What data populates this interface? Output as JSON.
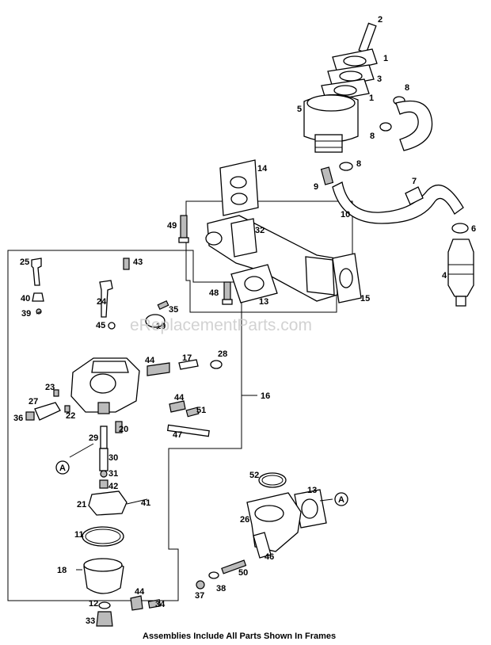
{
  "watermark": "eReplacementParts.com",
  "caption": "Assemblies Include All Parts Shown In Frames",
  "callouts": {
    "a_top": "A",
    "a_right": "A"
  },
  "labels": {
    "n1a": "1",
    "n1b": "1",
    "n2": "2",
    "n3": "3",
    "n4": "4",
    "n5": "5",
    "n6": "6",
    "n7": "7",
    "n8a": "8",
    "n8b": "8",
    "n8c": "8",
    "n9": "9",
    "n10": "10",
    "n11": "11",
    "n12": "12",
    "n13a": "13",
    "n13b": "13",
    "n14": "14",
    "n15": "15",
    "n16": "16",
    "n17": "17",
    "n18": "18",
    "n19": "19",
    "n20": "20",
    "n21": "21",
    "n22": "22",
    "n23": "23",
    "n24": "24",
    "n25": "25",
    "n26": "26",
    "n27": "27",
    "n28": "28",
    "n29": "29",
    "n30": "30",
    "n31": "31",
    "n32": "32",
    "n33": "33",
    "n34": "34",
    "n35": "35",
    "n36": "36",
    "n37": "37",
    "n38": "38",
    "n39": "39",
    "n40": "40",
    "n41": "41",
    "n42": "42",
    "n43": "43",
    "n44a": "44",
    "n44b": "44",
    "n44c": "44",
    "n45": "45",
    "n46": "46",
    "n47": "47",
    "n48": "48",
    "n49": "49",
    "n50": "50",
    "n51": "51",
    "n52": "52"
  }
}
